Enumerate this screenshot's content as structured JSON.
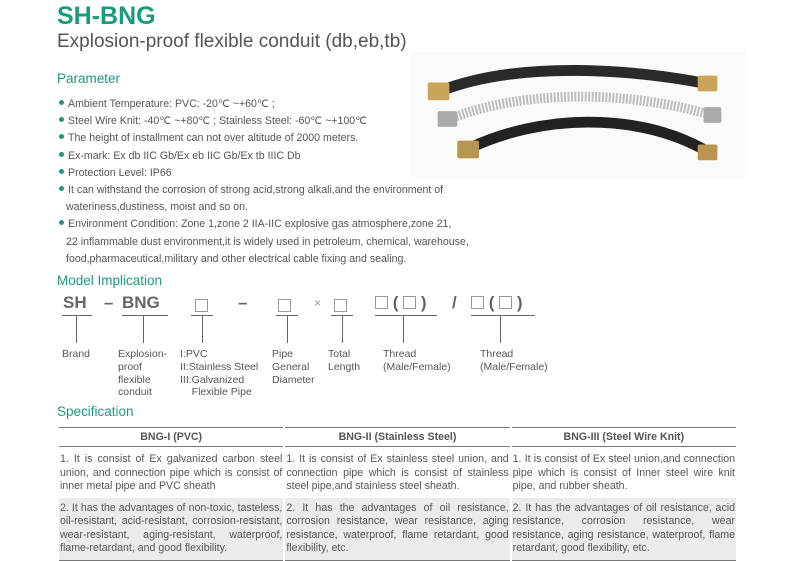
{
  "header": {
    "title": "SH-BNG",
    "subtitle": "Explosion-proof flexible conduit (db,eb,tb)"
  },
  "parameter": {
    "heading": "Parameter",
    "items": [
      "Ambient Temperature: PVC: -20℃ ~+60℃ ;",
      "Steel Wire Knit: -40℃ ~+80℃ ; Stainless Steel: -60℃ ~+100℃",
      "The height of installment can not over altitude of 2000 meters.",
      "Ex-mark: Ex db IIC Gb/Ex eb IIC Gb/Ex tb IIIC Db",
      "Protection Level: IP66",
      "It can withstand the corrosion of strong acid,strong alkali,and the environment of",
      "wateriness,dustiness, moist and so on.",
      "Environment Condition: Zone 1,zone 2 IIA-IIC explosive gas atmosphere,zone 21,",
      "22 inflammable dust environment,it is widely used in petroleum, chemical, warehouse,",
      "food,pharmaceutical,military and other electrical cable fixing and sealing."
    ]
  },
  "model": {
    "heading": "Model Implication",
    "code": {
      "brand": "SH",
      "dash": "–",
      "series": "BNG",
      "times": "×",
      "open": "(",
      "close": ")",
      "slash": "/"
    },
    "labels": {
      "brand": "Brand",
      "series": "Explosion-\nproof\nflexible\nconduit",
      "type": "I:PVC\nII:Stainless Steel\nIII:Galvanized\n    Flexible Pipe",
      "diameter": "Pipe\nGeneral\nDiameter",
      "length": "Total\nLength",
      "thread1": "Thread\n(Male/Female)",
      "thread2": "Thread\n(Male/Female)"
    }
  },
  "spec": {
    "heading": "Specification",
    "columns": [
      "BNG-I (PVC)",
      "BNG-II (Stainless Steel)",
      "BNG-III (Steel Wire Knit)"
    ],
    "rows": [
      [
        "1. It is consist of Ex galvanized carbon steel union, and connection pipe which is consist of inner metal pipe and PVC sheath",
        "1. It is consist of Ex stainless steel union, and connection pipe which is consist of stainless steel pipe,and stainless steel sheath.",
        "1. It is consist of Ex steel union,and connection pipe which is consist of Inner steel wire knit pipe, and rubber sheath."
      ],
      [
        "2. It has the advantages of non-toxic, tasteless, oil-resistant, acid-resistant, corrosion-resistant, wear-resistant, aging-resistant, waterproof, flame-retardant, and good flexibility.",
        "2. It has the advantages of oil resistance, corrosion resistance, wear resistance, aging resistance, waterproof, flame retardant, good flexibility, etc.",
        "2. It has the advantages of oil resistance, acid resistance, corrosion resistance, wear resistance, aging resistance, waterproof, flame retardant, good flexibility, etc."
      ]
    ]
  },
  "colors": {
    "accent": "#1a9b7c",
    "text": "#555555"
  }
}
